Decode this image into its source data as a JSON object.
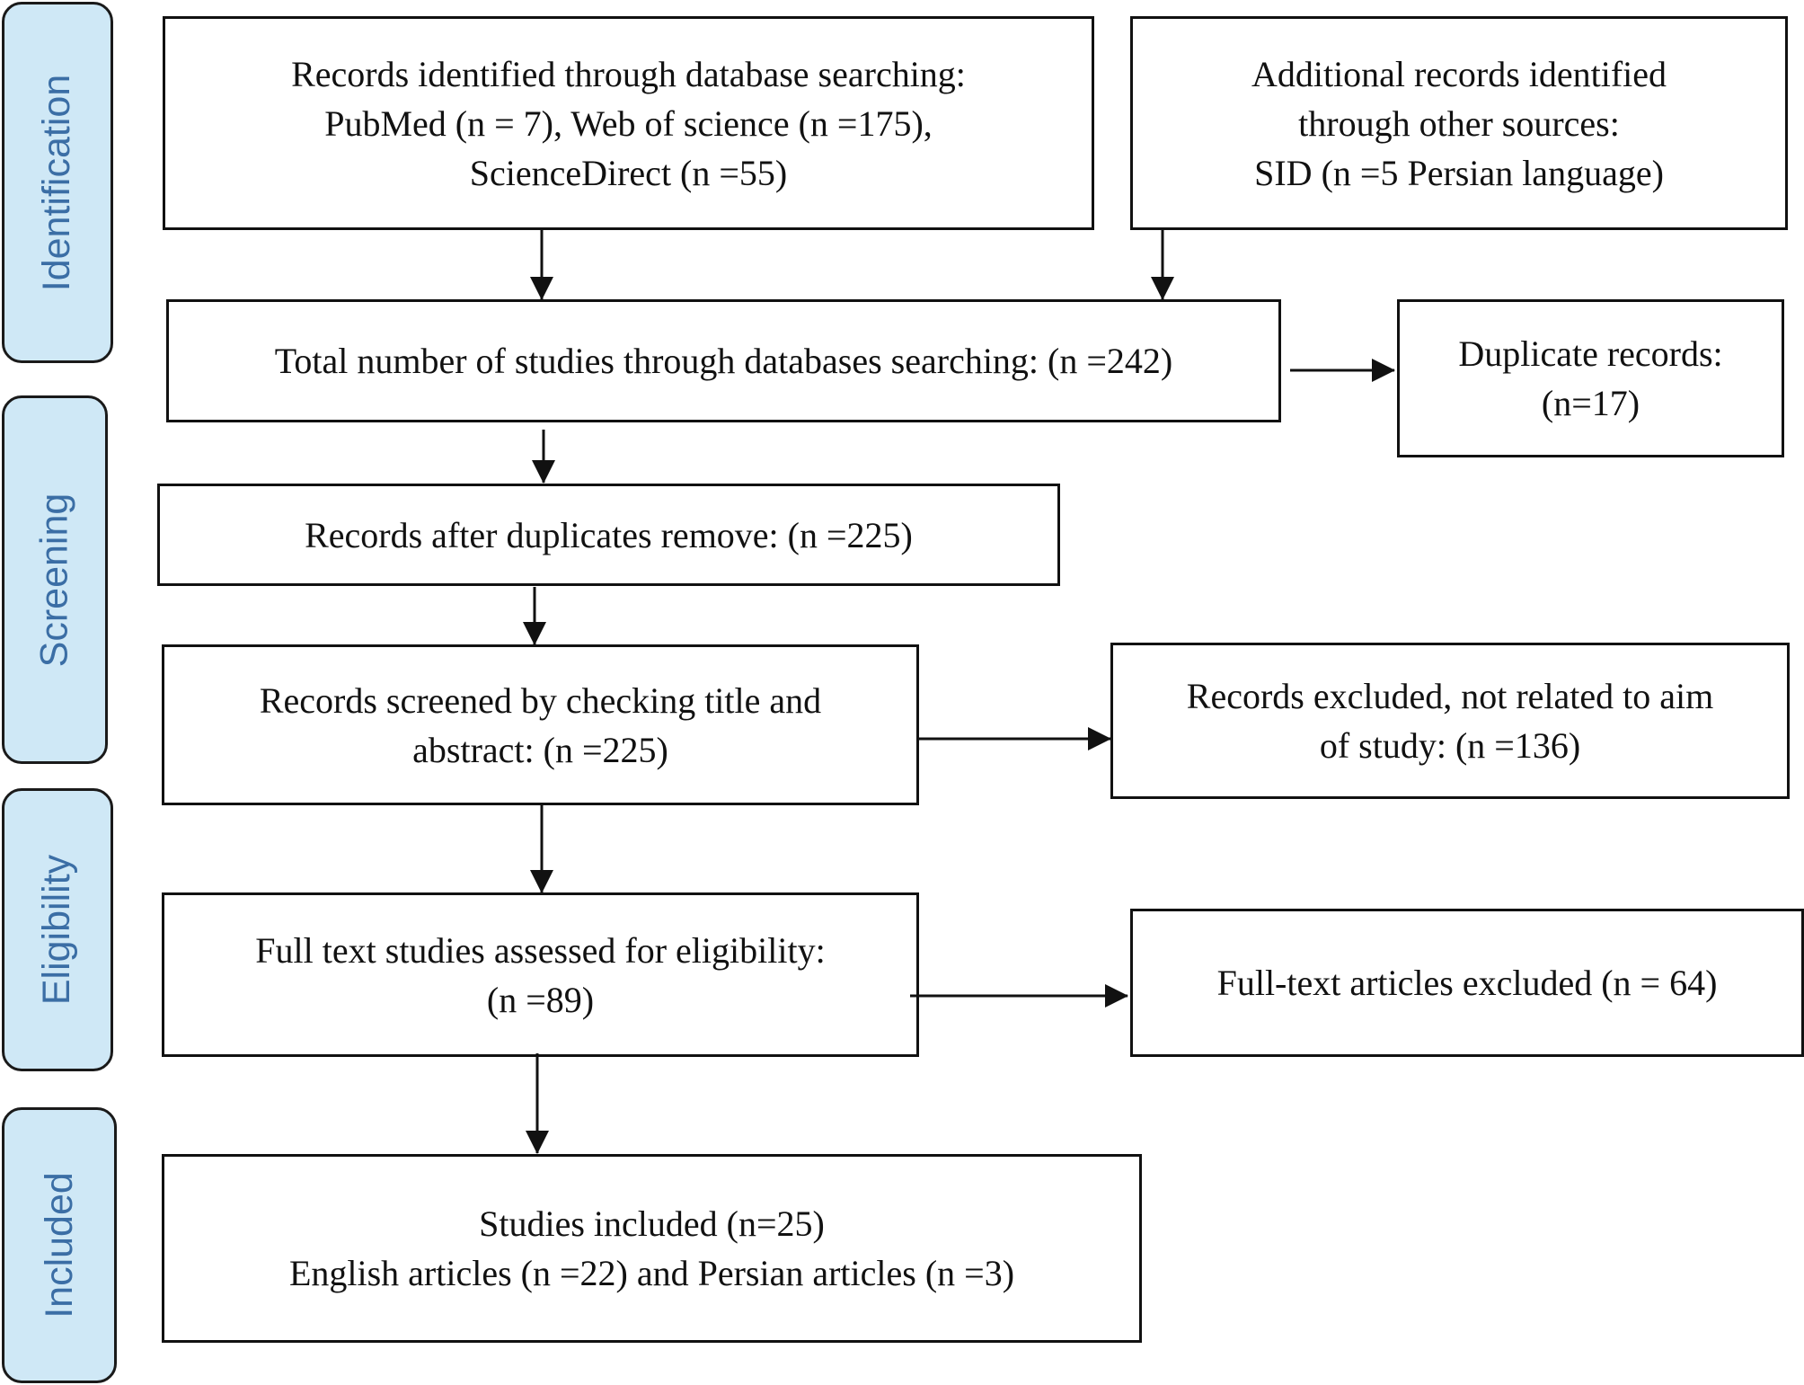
{
  "colors": {
    "stage_fill": "#cfe8f6",
    "stage_text": "#3b6ea5",
    "border": "#111111"
  },
  "stages": {
    "identification": "Identification",
    "screening": "Screening",
    "eligibility": "Eligibility",
    "included": "Included"
  },
  "boxes": {
    "database_search": [
      "Records identified through database searching:",
      "PubMed (n = 7), Web of science (n =175),",
      "ScienceDirect (n =55)"
    ],
    "other_sources": [
      "Additional records identified",
      "through other sources:",
      "SID (n =5 Persian language)"
    ],
    "total_studies": [
      "Total number of studies through databases searching: (n =242)"
    ],
    "duplicates": [
      "Duplicate records:",
      "(n=17)"
    ],
    "after_duplicates": [
      "Records after duplicates remove: (n =225)"
    ],
    "screened": [
      "Records screened by checking title and",
      "abstract: (n =225)"
    ],
    "excluded_screening": [
      "Records excluded, not related to aim",
      "of study: (n =136)"
    ],
    "full_text_assessed": [
      "Full text studies assessed for eligibility:",
      "(n =89)"
    ],
    "full_text_excluded": [
      "Full-text articles excluded (n = 64)"
    ],
    "included": [
      "Studies included (n=25)",
      "English articles (n =22) and Persian articles (n =3)"
    ]
  }
}
